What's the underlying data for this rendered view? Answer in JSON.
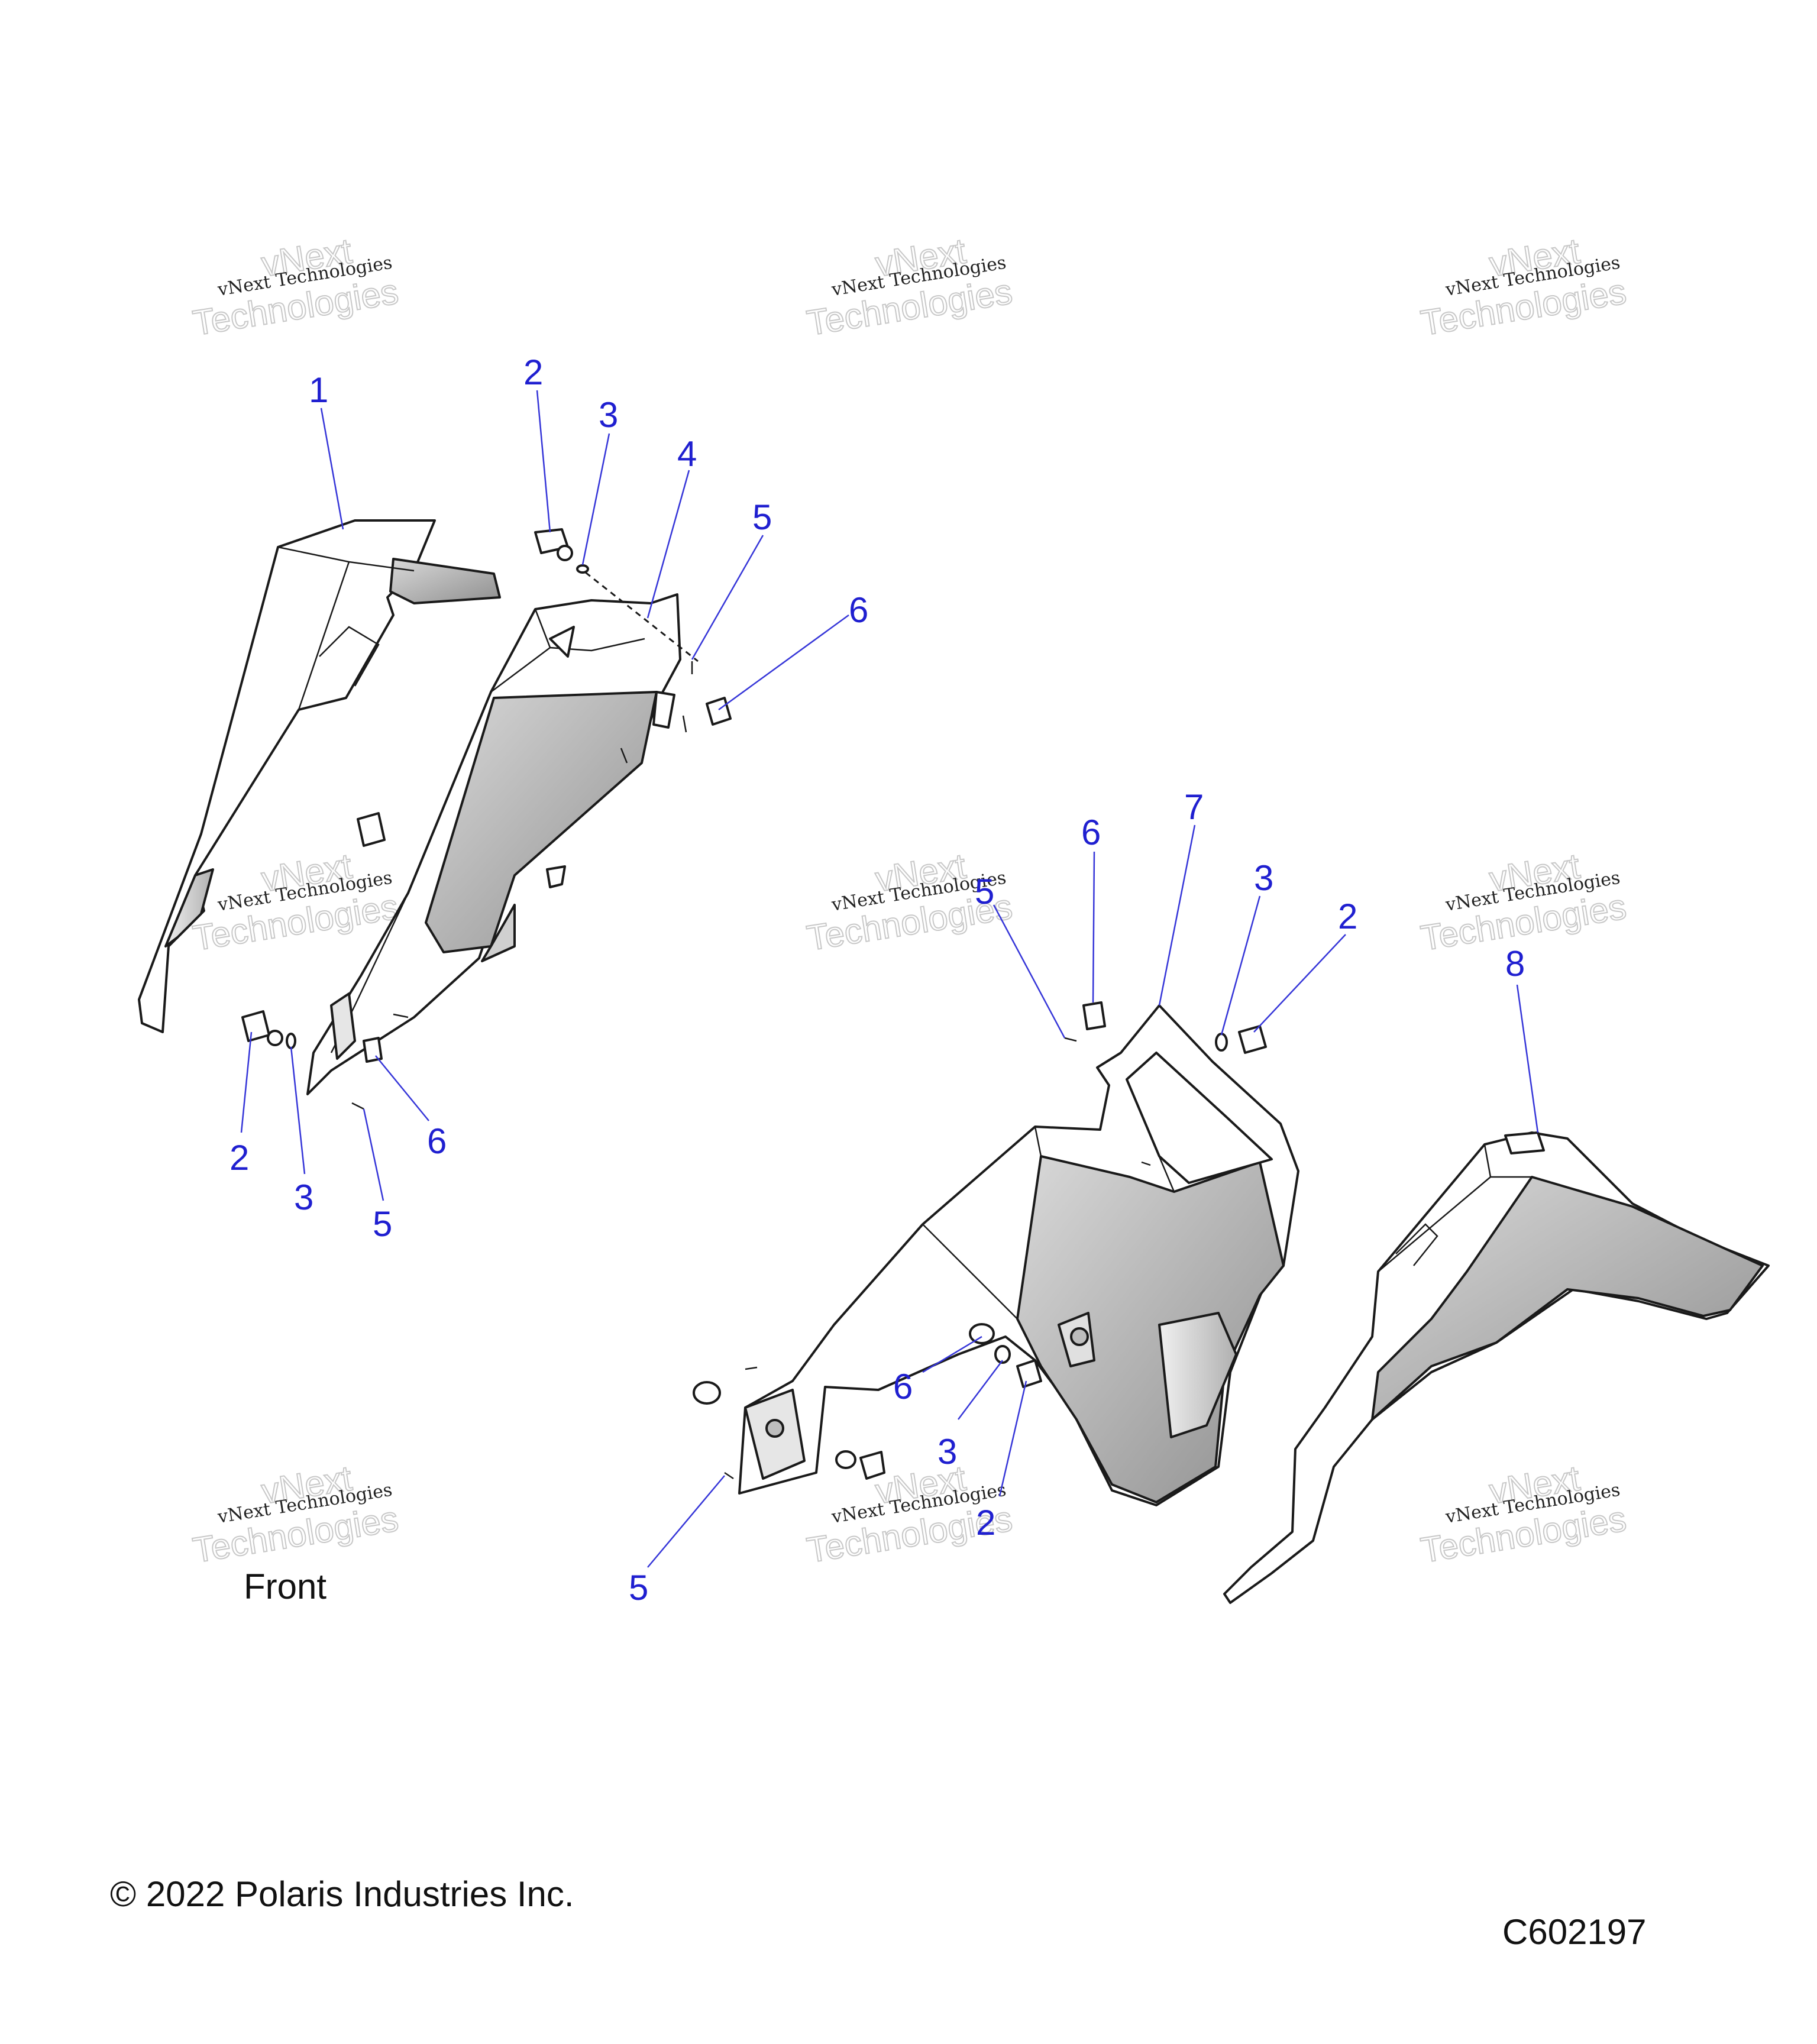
{
  "labels": {
    "front": "Front",
    "copyright": "© 2022 Polaris Industries Inc.",
    "diagram_code": "C602197"
  },
  "watermark": {
    "line1": "vNext Technologies",
    "outline_top": "vNext",
    "outline_bottom": "Technologies"
  },
  "callouts": {
    "left_assembly": [
      "1",
      "2",
      "3",
      "4",
      "5",
      "6",
      "2",
      "3",
      "6",
      "5"
    ],
    "right_assembly": [
      "6",
      "7",
      "5",
      "3",
      "2",
      "8",
      "6",
      "3",
      "2",
      "5"
    ]
  },
  "colors": {
    "callout": "#1f1fd0",
    "part_fill": "#ffffff",
    "part_shade": "#a8a8a8"
  }
}
